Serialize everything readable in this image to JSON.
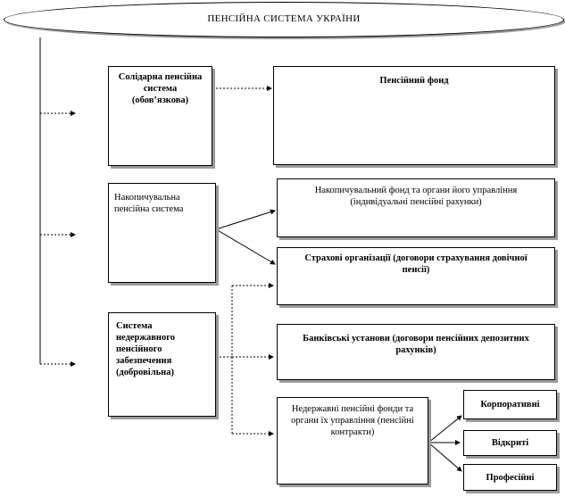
{
  "title": "ПЕНСІЙНА  СИСТЕМА  УКРАЇНИ",
  "systems": {
    "solidarna": "Солідарна пенсійна система (обов’язкова)",
    "nakopychuvalna": "Накопичувальна пенсійна система",
    "nederzhavna": "Система недержавного пенсійного забезпечення (добровільна)"
  },
  "institutions": {
    "pension_fund": "Пенсійний фонд",
    "accumulation_fund": "Накопичувальний фонд та органи його управління (індивідуальні  пенсійні  рахунки)",
    "insurance": "Страхові  організації  (договори страхування довічної пенсії)",
    "banks": "Банківські  установи (договори пенсійних депозитних  рахунків)",
    "npf": "Недержавні  пенсійні фонди та органи їх управління (пенсійні контракти)"
  },
  "fund_types": {
    "corporate": "Корпоративні",
    "open": "Відкриті",
    "professional": "Професійні"
  }
}
